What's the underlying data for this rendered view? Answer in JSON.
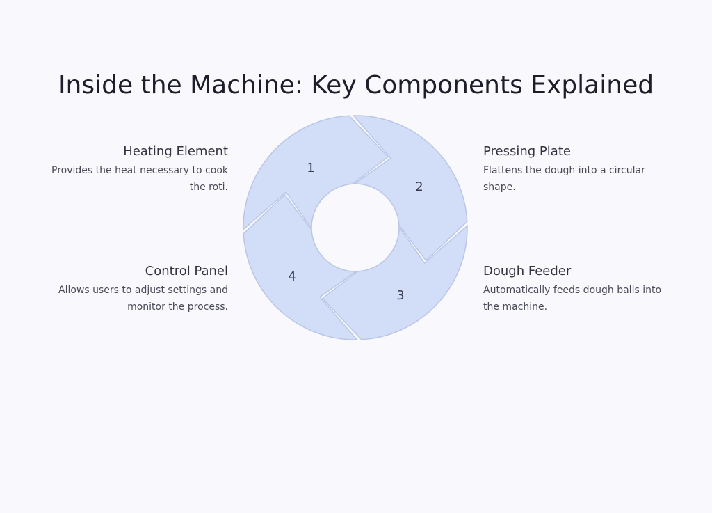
{
  "title": "Inside the Machine: Key Components Explained",
  "colors": {
    "segment_fill": "#d2ddf8",
    "segment_stroke": "#bac6e6",
    "background": "#f8f8fd",
    "text_dark": "#1e1e2a"
  },
  "cycle": {
    "segments": [
      {
        "number": "1"
      },
      {
        "number": "2"
      },
      {
        "number": "3"
      },
      {
        "number": "4"
      }
    ]
  },
  "components": [
    {
      "title": "Heating Element",
      "description": "Provides the heat necessary to cook the roti."
    },
    {
      "title": "Pressing Plate",
      "description": "Flattens the dough into a circular shape."
    },
    {
      "title": "Dough Feeder",
      "description": "Automatically feeds dough balls into the machine."
    },
    {
      "title": "Control Panel",
      "description": "Allows users to adjust settings and monitor the process."
    }
  ]
}
